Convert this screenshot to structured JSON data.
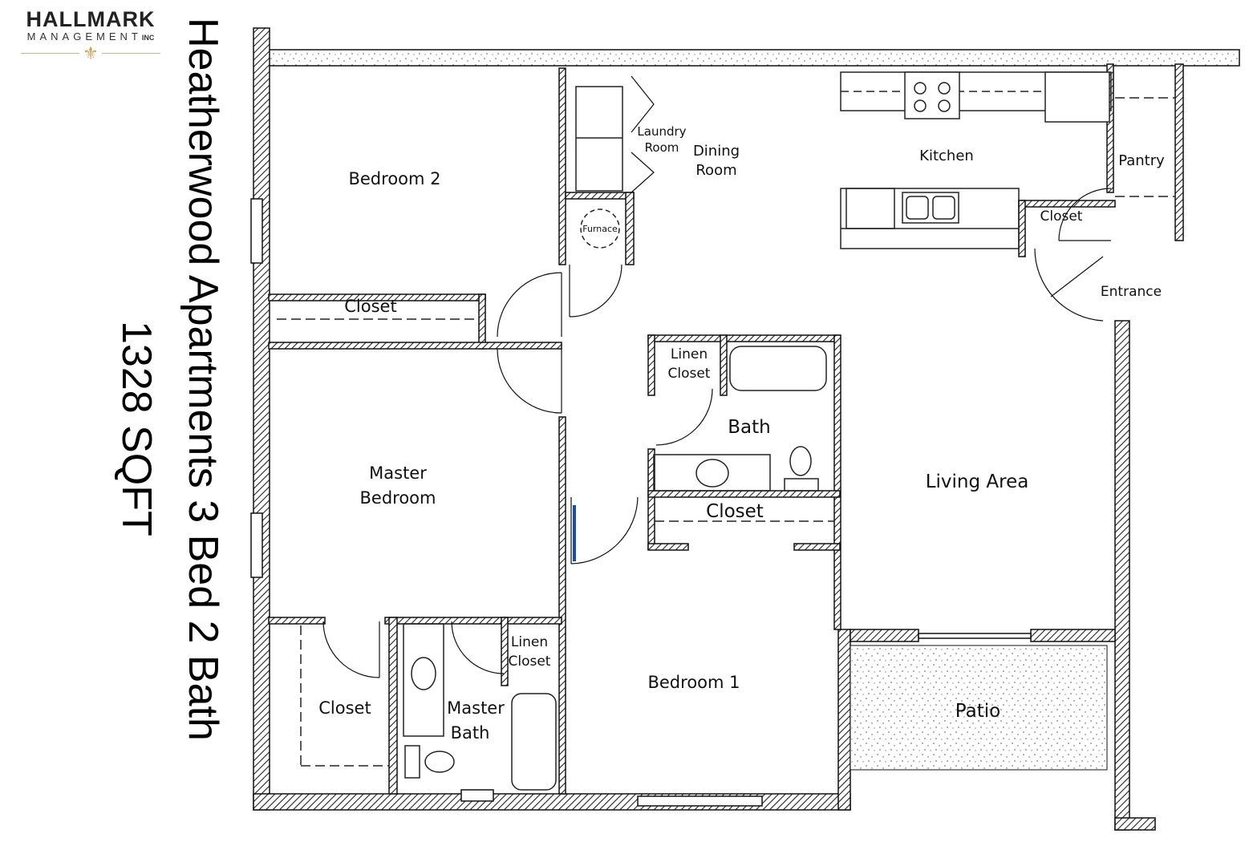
{
  "logo": {
    "line1": "HALLMARK",
    "line2": "MANAGEMENT",
    "suffix": "INC"
  },
  "title": "Heatherwood Apartments 3 Bed 2 Bath",
  "area": "1328 SQFT",
  "rooms": {
    "bedroom2": "Bedroom 2",
    "laundry1": "Laundry",
    "laundry2": "Room",
    "dining1": "Dining",
    "dining2": "Room",
    "kitchen": "Kitchen",
    "pantry": "Pantry",
    "closet_kitchen": "Closet",
    "entrance": "Entrance",
    "furnace": "Furnace",
    "closet_bed2": "Closet",
    "linen1": "Linen",
    "linen1b": "Closet",
    "bath": "Bath",
    "master1": "Master",
    "master2": "Bedroom",
    "living": "Living Area",
    "closet_hall": "Closet",
    "linen2": "Linen",
    "linen2b": "Closet",
    "closet_master": "Closet",
    "mbath1": "Master",
    "mbath2": "Bath",
    "bedroom1": "Bedroom 1",
    "patio": "Patio"
  }
}
